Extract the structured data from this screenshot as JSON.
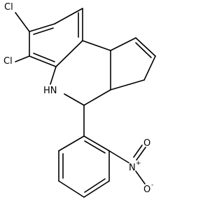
{
  "structure": {
    "labels": {
      "cl_upper": "Cl",
      "cl_lower": "Cl",
      "nh": "HN",
      "nitro_n": "N",
      "nitro_n_charge": "+",
      "nitro_o_top": "O",
      "nitro_o_bottom": "O",
      "nitro_o_bottom_charge": "-"
    }
  }
}
